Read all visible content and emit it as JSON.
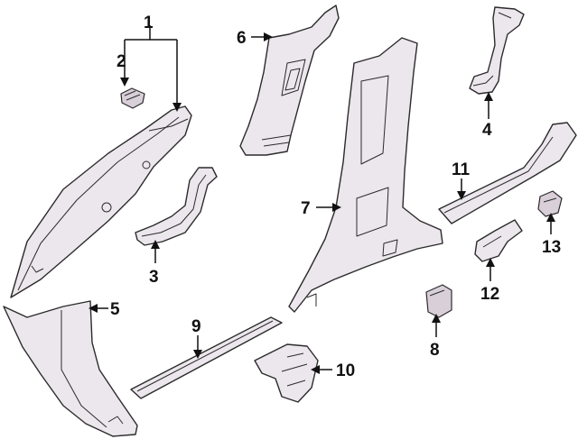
{
  "callouts": [
    {
      "id": "1",
      "label": "1"
    },
    {
      "id": "2",
      "label": "2"
    },
    {
      "id": "3",
      "label": "3"
    },
    {
      "id": "4",
      "label": "4"
    },
    {
      "id": "5",
      "label": "5"
    },
    {
      "id": "6",
      "label": "6"
    },
    {
      "id": "7",
      "label": "7"
    },
    {
      "id": "8",
      "label": "8"
    },
    {
      "id": "9",
      "label": "9"
    },
    {
      "id": "10",
      "label": "10"
    },
    {
      "id": "11",
      "label": "11"
    },
    {
      "id": "12",
      "label": "12"
    },
    {
      "id": "13",
      "label": "13"
    }
  ],
  "colors": {
    "part_fill": "#ece7ec",
    "line": "#2b2b2b"
  }
}
